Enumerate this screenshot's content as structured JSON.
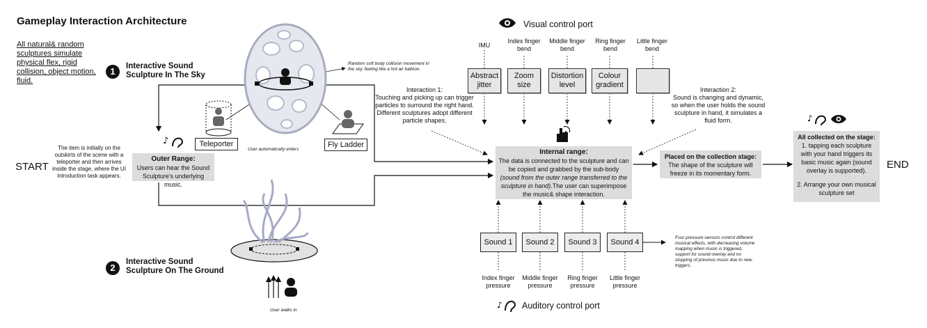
{
  "title": "Gameplay Interaction Architecture",
  "top_note": "All natural& random sculptures simulate physical flex, rigid collision, object motion, fluid.",
  "start_label": "START",
  "end_label": "END",
  "start_desc": "The item is initially on the outskirts of the scene with a teleporter and then arrives inside the stage, where the UI introduction task appears.",
  "sky": {
    "number": "1",
    "title": "Interactive Sound Sculpture In The Sky",
    "note": "Random soft body collision movement in the sky, feeling like a hot air balloon.",
    "teleporter": "Teleporter",
    "fly_ladder": "Fly Ladder",
    "user_enters": "User automatically enters"
  },
  "ground": {
    "number": "2",
    "title": "Interactive Sound Sculpture On The Ground",
    "user_walks": "User walks in"
  },
  "outer_range": {
    "title": "Outer Range:",
    "text": "Users can hear the Sound Sculpture's underlying music."
  },
  "interaction1": {
    "title": "Interaction 1:",
    "text": "Touching and picking up can trigger particles to surround the right hand. Different sculptures adopt different particle shapes."
  },
  "interaction2": {
    "title": "Interaction 2:",
    "text": "Sound is changing and dynamic, so when the user holds the sound sculpture in hand, it simulates a fluid form."
  },
  "internal_range": {
    "title": "Internal range:",
    "text1": "The data is connected to the sculpture and can be copied and grabbed by the sub-body",
    "italic": "(sound from the outer range transferred to the sculpture in hand)",
    "text2": ".The user can superimpose the music& shape interaction."
  },
  "collection": {
    "title": "Placed on the collection stage:",
    "text": "The shape of the sculpture will freeze in its momentary form."
  },
  "final": {
    "title": "All collected on the stage:",
    "item1": "1. tapping each sculpture with your hand triggers its basic music again (sound overlay is supported).",
    "item2": "2. Arrange your own musical sculpture set"
  },
  "visual_port": {
    "title": "Visual control port",
    "sensors": [
      "IMU",
      "Index finger bend",
      "Middle finger bend",
      "Ring finger bend",
      "Little finger bend"
    ],
    "controls": [
      "Abstract jitter",
      "Zoom size",
      "Distortion level",
      "Colour gradient",
      ""
    ]
  },
  "auditory_port": {
    "title": "Auditory control port",
    "sounds": [
      "Sound 1",
      "Sound 2",
      "Sound 3",
      "Sound 4"
    ],
    "sensors": [
      "Index finger pressure",
      "Middle finger pressure",
      "Ring finger pressure",
      "Little finger pressure"
    ],
    "note": "Four pressure sensors control different musical effects, with decreasing volume mapping when music is triggered, support for sound overlay and no stopping of previous music due to new triggers."
  },
  "icons": [
    "eye-icon",
    "ear-icon",
    "hand-icon",
    "person-icon",
    "music-note-icon"
  ]
}
